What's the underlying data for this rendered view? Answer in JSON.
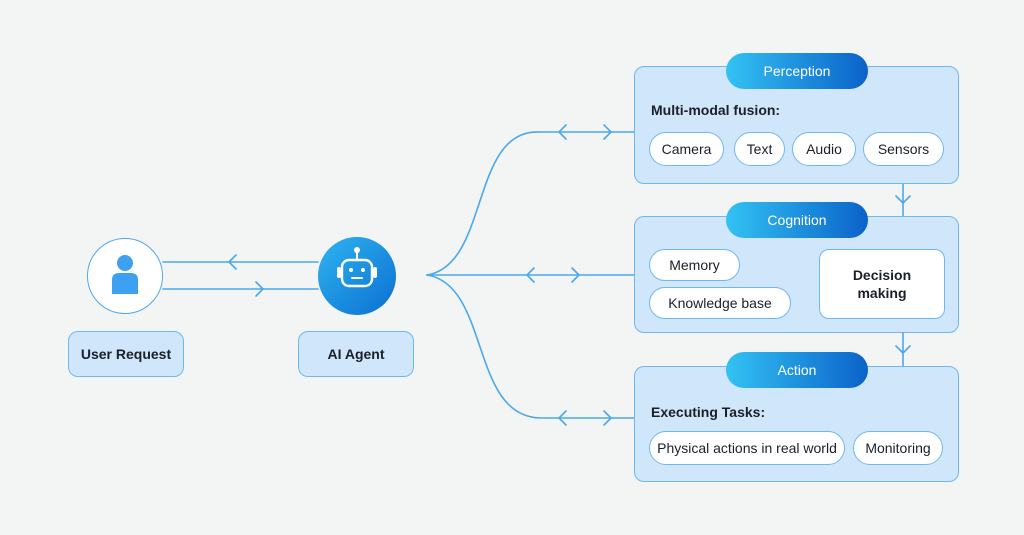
{
  "actors": {
    "user_label": "User Request",
    "agent_label": "AI Agent"
  },
  "perception": {
    "title": "Perception",
    "heading": "Multi-modal fusion:",
    "chips": [
      "Camera",
      "Text",
      "Audio",
      "Sensors"
    ]
  },
  "cognition": {
    "title": "Cognition",
    "inputs": [
      "Memory",
      "Knowledge base"
    ],
    "decision": "Decision making"
  },
  "action": {
    "title": "Action",
    "heading": "Executing Tasks:",
    "chips": [
      "Physical actions in real world",
      "Monitoring"
    ]
  },
  "colors": {
    "background": "#f3f4f4",
    "panel_fill": "#cfe6fb",
    "panel_border": "#6fb8ef",
    "connector": "#4aa8ec",
    "gradient_start": "#33c2f3",
    "gradient_end": "#0b62c9",
    "user_icon": "#3ea0f0"
  },
  "icons": {
    "user": "person-icon",
    "agent": "robot-icon",
    "arrows": "double-arrow-icon"
  }
}
